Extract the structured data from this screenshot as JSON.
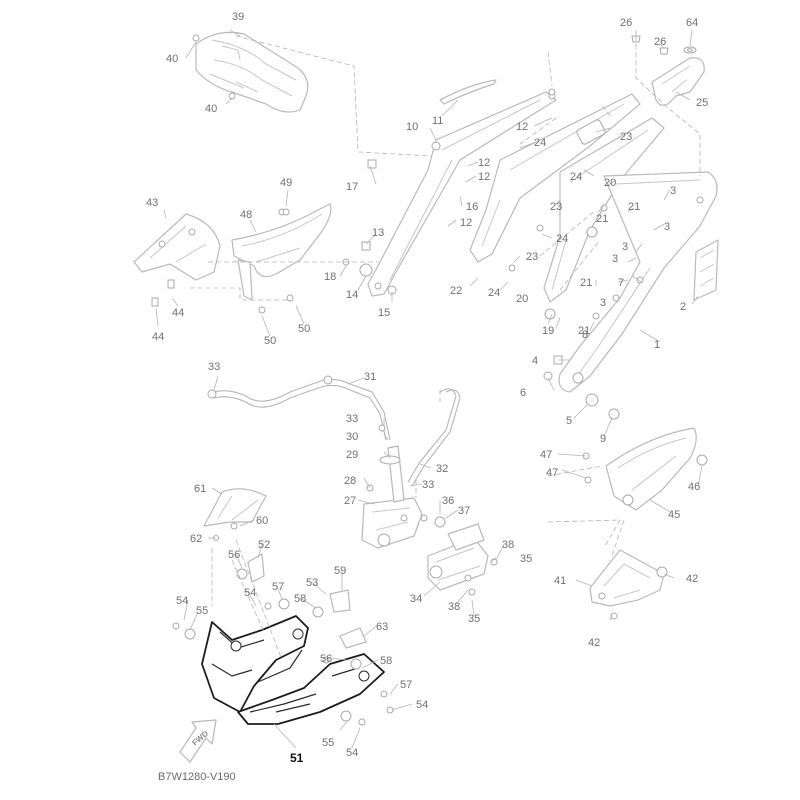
{
  "diagram": {
    "code": "B7W1280-V190",
    "fwd_label": "FWD",
    "callouts": [
      {
        "id": "c39",
        "text": "39"
      },
      {
        "id": "c40a",
        "text": "40"
      },
      {
        "id": "c40b",
        "text": "40"
      },
      {
        "id": "c26a",
        "text": "26"
      },
      {
        "id": "c64",
        "text": "64"
      },
      {
        "id": "c26b",
        "text": "26"
      },
      {
        "id": "c25",
        "text": "25"
      },
      {
        "id": "c11",
        "text": "11"
      },
      {
        "id": "c10",
        "text": "10"
      },
      {
        "id": "c12a",
        "text": "12"
      },
      {
        "id": "c24a",
        "text": "24"
      },
      {
        "id": "c23a",
        "text": "23"
      },
      {
        "id": "c12b",
        "text": "12"
      },
      {
        "id": "c12c",
        "text": "12"
      },
      {
        "id": "c17",
        "text": "17"
      },
      {
        "id": "c24b",
        "text": "24"
      },
      {
        "id": "c20a",
        "text": "20"
      },
      {
        "id": "c3a",
        "text": "3"
      },
      {
        "id": "c16",
        "text": "16"
      },
      {
        "id": "c12d",
        "text": "12"
      },
      {
        "id": "c23b",
        "text": "23"
      },
      {
        "id": "c21a",
        "text": "21"
      },
      {
        "id": "c21b",
        "text": "21"
      },
      {
        "id": "c3b",
        "text": "3"
      },
      {
        "id": "c49",
        "text": "49"
      },
      {
        "id": "c43",
        "text": "43"
      },
      {
        "id": "c48",
        "text": "48"
      },
      {
        "id": "c13",
        "text": "13"
      },
      {
        "id": "c24c",
        "text": "24"
      },
      {
        "id": "c3c",
        "text": "3"
      },
      {
        "id": "c23c",
        "text": "23"
      },
      {
        "id": "c3d",
        "text": "3"
      },
      {
        "id": "c18",
        "text": "18"
      },
      {
        "id": "c14",
        "text": "14"
      },
      {
        "id": "c22",
        "text": "22"
      },
      {
        "id": "c24d",
        "text": "24"
      },
      {
        "id": "c21c",
        "text": "21"
      },
      {
        "id": "c7",
        "text": "7"
      },
      {
        "id": "c20b",
        "text": "20"
      },
      {
        "id": "c3e",
        "text": "3"
      },
      {
        "id": "c2",
        "text": "2"
      },
      {
        "id": "c15",
        "text": "15"
      },
      {
        "id": "c44a",
        "text": "44"
      },
      {
        "id": "c50a",
        "text": "50"
      },
      {
        "id": "c50b",
        "text": "50"
      },
      {
        "id": "c44b",
        "text": "44"
      },
      {
        "id": "c19",
        "text": "19"
      },
      {
        "id": "c21d",
        "text": "21"
      },
      {
        "id": "c8",
        "text": "8"
      },
      {
        "id": "c1",
        "text": "1"
      },
      {
        "id": "c4",
        "text": "4"
      },
      {
        "id": "c33a",
        "text": "33"
      },
      {
        "id": "c31",
        "text": "31"
      },
      {
        "id": "c6",
        "text": "6"
      },
      {
        "id": "c5",
        "text": "5"
      },
      {
        "id": "c33b",
        "text": "33"
      },
      {
        "id": "c9",
        "text": "9"
      },
      {
        "id": "c30",
        "text": "30"
      },
      {
        "id": "c29",
        "text": "29"
      },
      {
        "id": "c32",
        "text": "32"
      },
      {
        "id": "c47a",
        "text": "47"
      },
      {
        "id": "c47b",
        "text": "47"
      },
      {
        "id": "c46",
        "text": "46"
      },
      {
        "id": "c61",
        "text": "61"
      },
      {
        "id": "c28",
        "text": "28"
      },
      {
        "id": "c33c",
        "text": "33"
      },
      {
        "id": "c27",
        "text": "27"
      },
      {
        "id": "c36",
        "text": "36"
      },
      {
        "id": "c37",
        "text": "37"
      },
      {
        "id": "c45",
        "text": "45"
      },
      {
        "id": "c60",
        "text": "60"
      },
      {
        "id": "c62",
        "text": "62"
      },
      {
        "id": "c56a",
        "text": "56"
      },
      {
        "id": "c52",
        "text": "52"
      },
      {
        "id": "c38a",
        "text": "38"
      },
      {
        "id": "c35a",
        "text": "35"
      },
      {
        "id": "c54a",
        "text": "54"
      },
      {
        "id": "c59",
        "text": "59"
      },
      {
        "id": "c57a",
        "text": "57"
      },
      {
        "id": "c53",
        "text": "53"
      },
      {
        "id": "c41",
        "text": "41"
      },
      {
        "id": "c42a",
        "text": "42"
      },
      {
        "id": "c54b",
        "text": "54"
      },
      {
        "id": "c58a",
        "text": "58"
      },
      {
        "id": "c34",
        "text": "34"
      },
      {
        "id": "c55a",
        "text": "55"
      },
      {
        "id": "c38b",
        "text": "38"
      },
      {
        "id": "c35b",
        "text": "35"
      },
      {
        "id": "c42b",
        "text": "42"
      },
      {
        "id": "c63",
        "text": "63"
      },
      {
        "id": "c56b",
        "text": "56"
      },
      {
        "id": "c58b",
        "text": "58"
      },
      {
        "id": "c57b",
        "text": "57"
      },
      {
        "id": "c54c",
        "text": "54"
      },
      {
        "id": "c55b",
        "text": "55"
      },
      {
        "id": "c54d",
        "text": "54"
      },
      {
        "id": "c51",
        "text": "51"
      }
    ]
  }
}
